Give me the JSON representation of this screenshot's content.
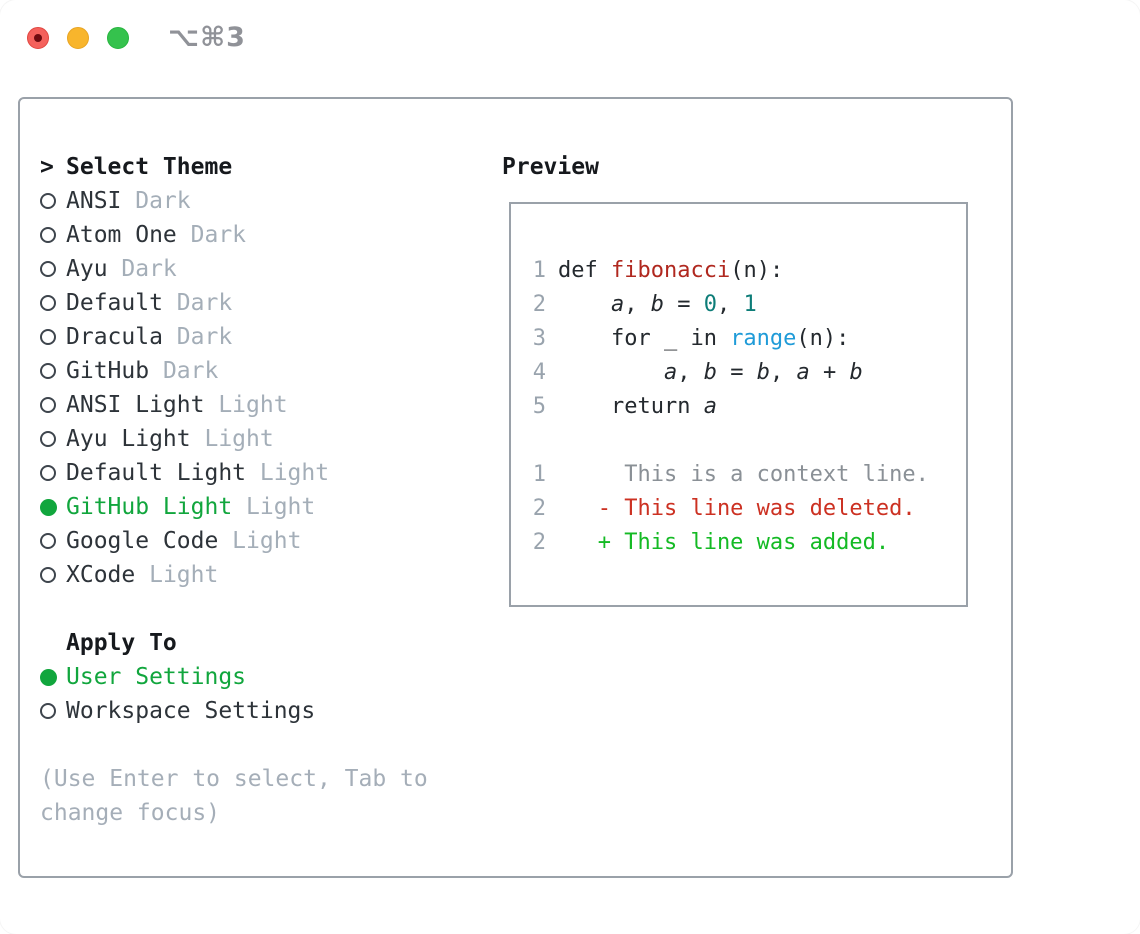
{
  "titlebar": {
    "title": "⌥⌘3"
  },
  "theme_picker": {
    "header_prefix": ">",
    "header": "Select Theme",
    "items": [
      {
        "name": "ANSI",
        "variant": "Dark",
        "selected": false
      },
      {
        "name": "Atom One",
        "variant": "Dark",
        "selected": false
      },
      {
        "name": "Ayu",
        "variant": "Dark",
        "selected": false
      },
      {
        "name": "Default",
        "variant": "Dark",
        "selected": false
      },
      {
        "name": "Dracula",
        "variant": "Dark",
        "selected": false
      },
      {
        "name": "GitHub",
        "variant": "Dark",
        "selected": false
      },
      {
        "name": "ANSI Light",
        "variant": "Light",
        "selected": false
      },
      {
        "name": "Ayu Light",
        "variant": "Light",
        "selected": false
      },
      {
        "name": "Default Light",
        "variant": "Light",
        "selected": false
      },
      {
        "name": "GitHub Light",
        "variant": "Light",
        "selected": true
      },
      {
        "name": "Google Code",
        "variant": "Light",
        "selected": false
      },
      {
        "name": "XCode",
        "variant": "Light",
        "selected": false
      }
    ]
  },
  "apply_to": {
    "header": "Apply To",
    "options": [
      {
        "label": "User Settings",
        "selected": true
      },
      {
        "label": "Workspace Settings",
        "selected": false
      }
    ]
  },
  "help_text": "(Use Enter to select, Tab to change focus)",
  "preview": {
    "header": "Preview",
    "code_lines": [
      {
        "num": "1",
        "segments": [
          {
            "t": "def ",
            "c": "code"
          },
          {
            "t": "fibonacci",
            "c": "func"
          },
          {
            "t": "(n):",
            "c": "code"
          }
        ]
      },
      {
        "num": "2",
        "segments": [
          {
            "t": "    ",
            "c": "code"
          },
          {
            "t": "a",
            "c": "var"
          },
          {
            "t": ", ",
            "c": "code"
          },
          {
            "t": "b",
            "c": "var"
          },
          {
            "t": " = ",
            "c": "code"
          },
          {
            "t": "0",
            "c": "num"
          },
          {
            "t": ", ",
            "c": "code"
          },
          {
            "t": "1",
            "c": "num"
          }
        ]
      },
      {
        "num": "3",
        "segments": [
          {
            "t": "    for _ in ",
            "c": "code"
          },
          {
            "t": "range",
            "c": "builtin"
          },
          {
            "t": "(n):",
            "c": "code"
          }
        ]
      },
      {
        "num": "4",
        "segments": [
          {
            "t": "        ",
            "c": "code"
          },
          {
            "t": "a",
            "c": "var"
          },
          {
            "t": ", ",
            "c": "code"
          },
          {
            "t": "b",
            "c": "var"
          },
          {
            "t": " = ",
            "c": "code"
          },
          {
            "t": "b",
            "c": "var"
          },
          {
            "t": ", ",
            "c": "code"
          },
          {
            "t": "a",
            "c": "var"
          },
          {
            "t": " + ",
            "c": "code"
          },
          {
            "t": "b",
            "c": "var"
          }
        ]
      },
      {
        "num": "5",
        "segments": [
          {
            "t": "    return ",
            "c": "code"
          },
          {
            "t": "a",
            "c": "var"
          }
        ]
      }
    ],
    "diff_lines": [
      {
        "num": "1",
        "kind": "context",
        "text": "     This is a context line."
      },
      {
        "num": "2",
        "kind": "deleted",
        "text": "   - This line was deleted."
      },
      {
        "num": "2",
        "kind": "added",
        "text": "   + This line was added."
      }
    ]
  },
  "colors": {
    "accent_green": "#11a63d",
    "panel_border": "#9aa1a9",
    "muted_text": "#a4aeb8",
    "line_number": "#99a3ad",
    "code_text": "#24292e",
    "function_red": "#b0281f",
    "number_teal": "#0d7d78",
    "builtin_blue": "#1f9bd8",
    "diff_deleted_red": "#cc3122",
    "diff_added_green": "#14ba24",
    "diff_context_gray": "#8a9096",
    "traffic_red": "#f4615c",
    "traffic_yellow": "#f8b52c",
    "traffic_green": "#35c24d"
  }
}
